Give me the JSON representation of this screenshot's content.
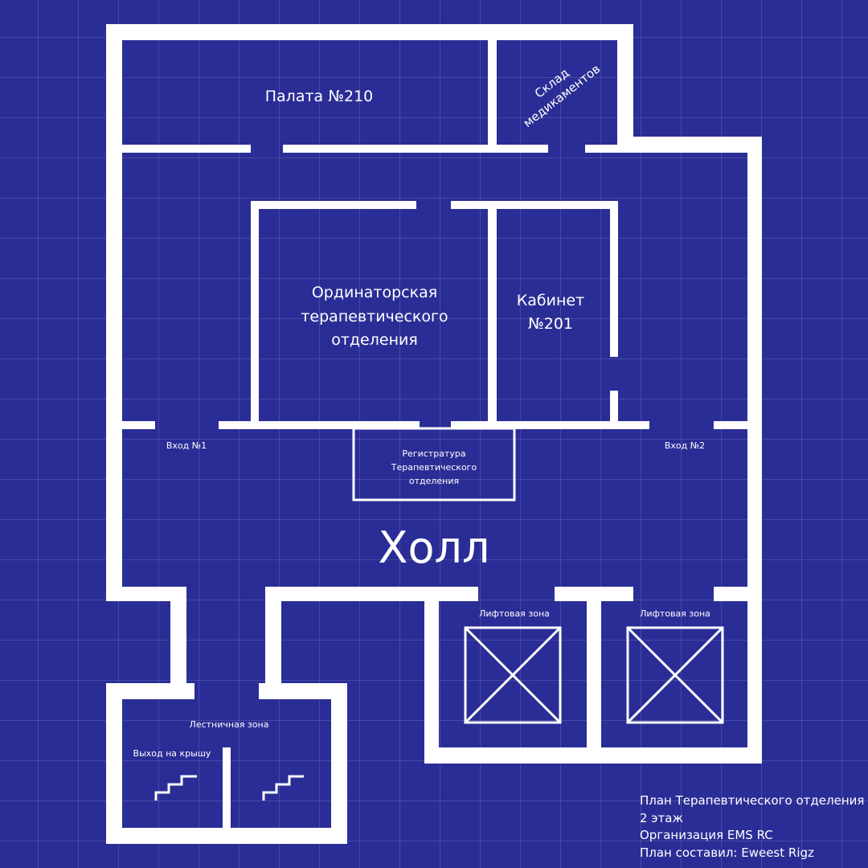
{
  "rooms": {
    "ward": "Палата №210",
    "storage": [
      "Склад",
      "медикаментов"
    ],
    "staff_room": [
      "Ординаторская",
      "терапевтического",
      "отделения"
    ],
    "office": [
      "Кабинет",
      "№201"
    ],
    "reception": [
      "Регистратура",
      "Терапевтического",
      "отделения"
    ],
    "entrance_1": "Вход №1",
    "entrance_2": "Вход №2",
    "hall": "Холл",
    "elevator_1": "Лифтовая зона",
    "elevator_2": "Лифтовая зона",
    "stairs": "Лестничная зона",
    "roof_exit": "Выход на крышу"
  },
  "legend": {
    "title": "План Терапевтического отделения",
    "floor": "2 этаж",
    "organization": "Организация EMS RC",
    "author": "План составил: Eweest Rigz"
  },
  "colors": {
    "background": "#2b2d96",
    "lines": "#ffffff"
  }
}
